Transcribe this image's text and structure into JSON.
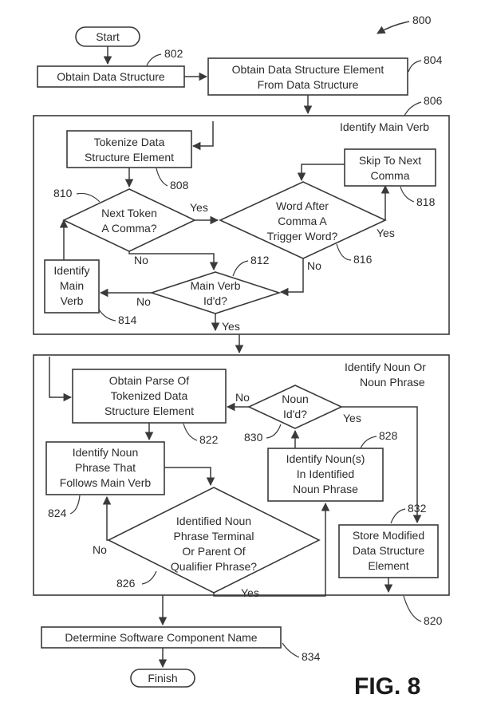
{
  "ref": {
    "fig_ref": "800",
    "r802": "802",
    "r804": "804",
    "r806": "806",
    "r808": "808",
    "r810": "810",
    "r812": "812",
    "r814": "814",
    "r816": "816",
    "r818": "818",
    "r820": "820",
    "r822": "822",
    "r824": "824",
    "r826": "826",
    "r828": "828",
    "r830": "830",
    "r832": "832",
    "r834": "834"
  },
  "nodes": {
    "start": "Start",
    "obtain_ds": "Obtain Data Structure",
    "obtain_el_1": "Obtain Data Structure Element",
    "obtain_el_2": "From Data Structure",
    "group1_title": "Identify Main Verb",
    "tokenize_1": "Tokenize Data",
    "tokenize_2": "Structure Element",
    "skip_1": "Skip To Next",
    "skip_2": "Comma",
    "comma_1": "Next Token",
    "comma_2": "A Comma?",
    "trigger_1": "Word After",
    "trigger_2": "Comma A",
    "trigger_3": "Trigger Word?",
    "identify_verb_1": "Identify",
    "identify_verb_2": "Main",
    "identify_verb_3": "Verb",
    "verb_idd_1": "Main Verb",
    "verb_idd_2": "Id'd?",
    "group2_title_1": "Identify Noun Or",
    "group2_title_2": "Noun Phrase",
    "parse_1": "Obtain Parse Of",
    "parse_2": "Tokenized Data",
    "parse_3": "Structure Element",
    "noun_idd_1": "Noun",
    "noun_idd_2": "Id'd?",
    "np_follow_1": "Identify Noun",
    "np_follow_2": "Phrase That",
    "np_follow_3": "Follows Main Verb",
    "nouns_1": "Identify Noun(s)",
    "nouns_2": "In Identified",
    "nouns_3": "Noun Phrase",
    "terminal_1": "Identified Noun",
    "terminal_2": "Phrase Terminal",
    "terminal_3": "Or Parent Of",
    "terminal_4": "Qualifier Phrase?",
    "store_1": "Store Modified",
    "store_2": "Data Structure",
    "store_3": "Element",
    "determine": "Determine Software Component Name",
    "finish": "Finish"
  },
  "labels": {
    "yes": "Yes",
    "no": "No"
  },
  "figure_label": "FIG. 8"
}
